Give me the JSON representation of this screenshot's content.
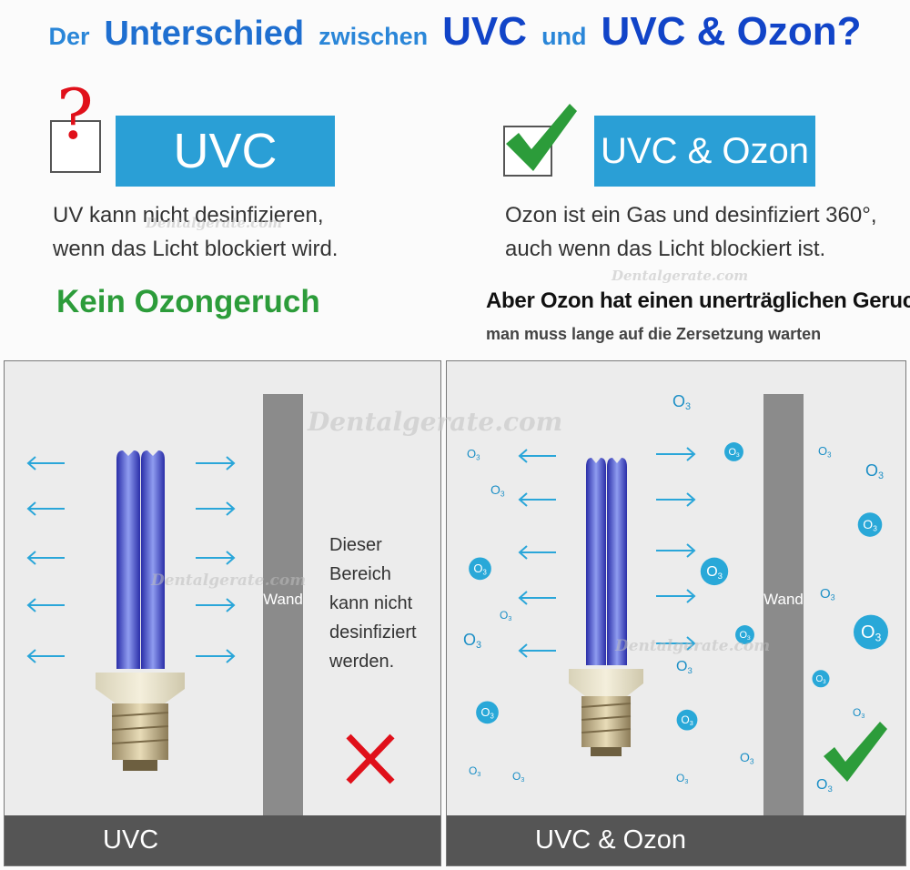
{
  "title": {
    "part1": "Der",
    "part2": "Unterschied",
    "part3": "zwischen",
    "part4": "UVC",
    "part5": "und",
    "part6": "UVC & Ozon?"
  },
  "left": {
    "mark": "?",
    "label": "UVC",
    "desc_line1": "UV kann nicht desinfizieren,",
    "desc_line2": "wenn das Licht blockiert wird.",
    "headline": "Kein Ozongeruch"
  },
  "right": {
    "label": "UVC & Ozon",
    "desc_line1": "Ozon ist ein Gas und desinfiziert 360°,",
    "desc_line2": "auch wenn das Licht blockiert ist.",
    "headline": "Aber Ozon hat einen unerträglichen Geruch",
    "subline": "man muss lange auf die Zersetzung warten"
  },
  "panel_left": {
    "wall_label": "Wand",
    "area_text": [
      "Dieser",
      "Bereich",
      "kann nicht",
      "desinfiziert",
      "werden."
    ],
    "footer": "UVC"
  },
  "panel_right": {
    "wall_label": "Wand",
    "footer": "UVC & Ozon",
    "ozone_symbol": "O",
    "ozone_sub": "3"
  },
  "watermark": "Dentalgerate.com",
  "colors": {
    "title_blue": "#1144c8",
    "label_blue": "#2a9fd6",
    "green": "#2c9c3a",
    "red": "#e0101a",
    "arrow": "#2aa6d9",
    "wall": "#8b8b8b",
    "footer": "#555555"
  }
}
